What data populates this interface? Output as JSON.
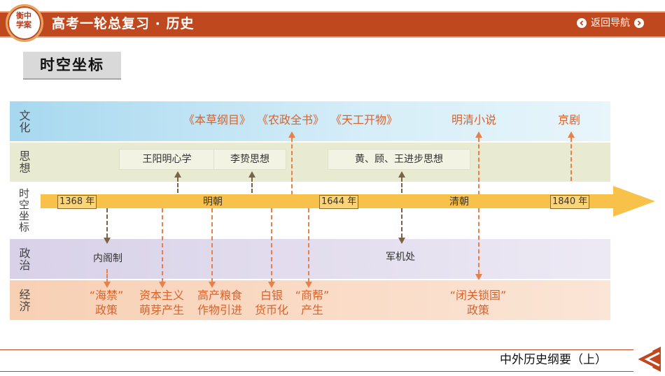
{
  "header": {
    "logo_text": "衡中学案",
    "title": "高考一轮总复习 · 历史",
    "back_nav_label": "返回导航"
  },
  "section_title": "时空坐标",
  "bands": {
    "culture": "文化",
    "thought": "思想",
    "timeline": "时空坐标",
    "politics": "政治",
    "economy": "经济"
  },
  "timeline": {
    "years": [
      "1368 年",
      "1644 年",
      "1840 年"
    ],
    "eras": [
      "明朝",
      "清朝"
    ]
  },
  "culture": {
    "items": [
      "《本草纲目》",
      "《农政全书》",
      "《天工开物》",
      "明清小说",
      "京剧"
    ]
  },
  "thought": {
    "items": [
      "王阳明心学",
      "李贽思想",
      "黄、顾、王进步思想"
    ]
  },
  "politics": {
    "items": [
      "内阁制",
      "军机处"
    ]
  },
  "economy": {
    "items": [
      {
        "line1": "“海禁”",
        "line2": "政策"
      },
      {
        "line1": "资本主义",
        "line2": "萌芽产生"
      },
      {
        "line1": "高产粮食",
        "line2": "作物引进"
      },
      {
        "line1": "白银",
        "line2": "货币化"
      },
      {
        "line1": "“商帮”",
        "line2": "产生"
      },
      {
        "line1": "“闭关锁国”",
        "line2": "政策"
      }
    ]
  },
  "footer": {
    "text": "中外历史纲要（上）"
  },
  "colors": {
    "header_bg": "#c0481f",
    "timeline_arrow": "#f8c14a",
    "culture_text": "#d9622b",
    "dashed_orange": "#e8804a",
    "dashed_brown": "#7a6346"
  }
}
